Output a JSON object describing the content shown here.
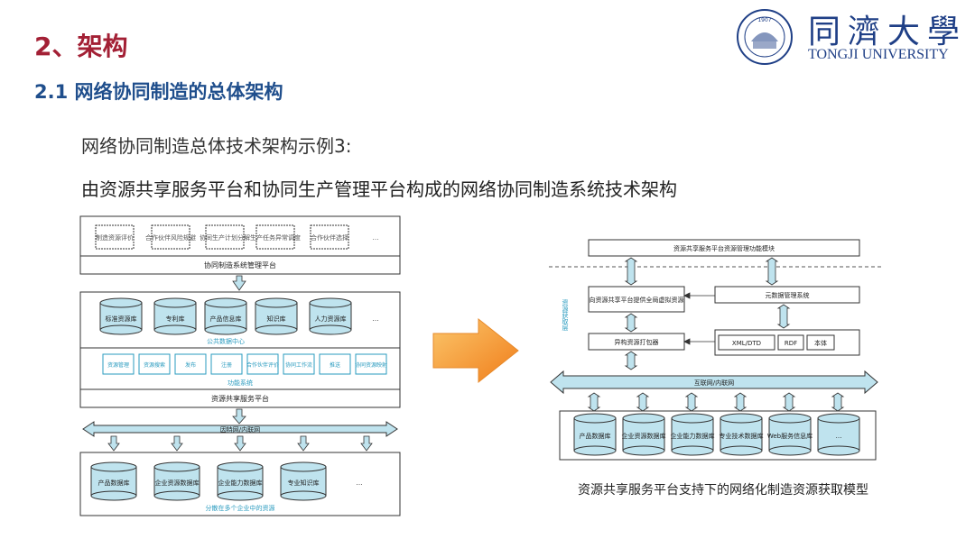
{
  "header": {
    "section_title": "2、架构",
    "subsection_title": "2.1 网络协同制造的总体架构",
    "university_cn": "同濟大學",
    "university_en": "TONGJI UNIVERSITY",
    "seal_year": "1907",
    "seal_ring_text": "TONGJI UNIVERSITY"
  },
  "body": {
    "line1": "网络协同制造总体技术架构示例3:",
    "line2": "由资源共享服务平台和协同生产管理平台构成的网络协同制造系统技术架构"
  },
  "left_diagram": {
    "top_boxes": [
      "制造资源评价",
      "合作伙伴风险规避",
      "协同生产计划分解",
      "生产任务异常调度",
      "合作伙伴选择"
    ],
    "top_ellipsis": "…",
    "collab_platform": "协同制造系统管理平台",
    "db_row1": [
      "标准资源库",
      "专利库",
      "产品信息库",
      "知识库",
      "人力资源库"
    ],
    "db_row1_ellipsis": "…",
    "public_data_center": "公共数据中心",
    "func_boxes": [
      "资源管理",
      "资源搜索",
      "发布",
      "注册",
      "合作伙伴评价",
      "协同工作流",
      "推送",
      "协同资源映射"
    ],
    "func_system": "功能系统",
    "resource_platform": "资源共享服务平台",
    "network_bar": "因特网/内联网",
    "db_row2": [
      "产品数据库",
      "企业资源数据库",
      "企业能力数据库",
      "专业知识库"
    ],
    "db_row2_ellipsis": "…",
    "distributed_label": "分散在多个企业中的资源"
  },
  "right_diagram": {
    "top_module": "资源共享服务平台资源管理功能模块",
    "global_view": "向资源共享平台提供全局虚拟资源",
    "metadata_system": "元数据管理系统",
    "side_label": "资源获取层",
    "packer": "异构资源打包器",
    "formats": [
      "XML/DTD",
      "RDF",
      "本体"
    ],
    "network_bar": "互联网/内联网",
    "dbs": [
      "产品数据库",
      "企业资源数据库",
      "企业能力数据库",
      "专业技术数据库",
      "Web服务信息库",
      "…"
    ],
    "caption": "资源共享服务平台支持下的网络化制造资源获取模型"
  },
  "colors": {
    "title_red": "#a32035",
    "title_blue": "#1f4e8c",
    "diagram_cyan": "#bfe3ee",
    "arrow_orange": "#f79a2c"
  }
}
